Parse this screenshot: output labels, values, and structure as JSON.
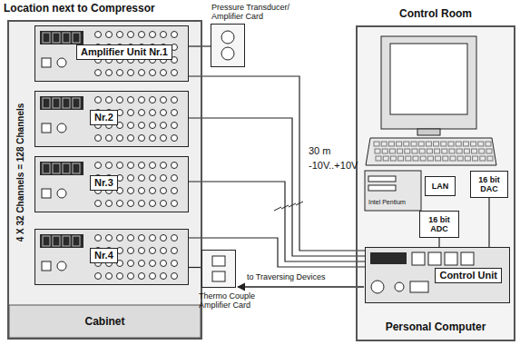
{
  "diagram": {
    "nodes": [
      {
        "text": [
          "Cabinet"
        ]
      },
      {
        "text": [
          "Amplifier Unit Nr.1"
        ],
        "in": 0
      },
      {
        "text": [
          "Nr.2"
        ],
        "in": 0
      },
      {
        "text": [
          "Nr.3"
        ],
        "in": 0
      },
      {
        "text": [
          "Nr.4"
        ],
        "in": 0
      },
      {
        "text": [
          "Pressure Transducer/ Amplifier Card"
        ]
      },
      {
        "text": [
          "Thermo Couple Amplifier Card"
        ]
      },
      {
        "text": [
          "Personal Computer"
        ]
      },
      {
        "text": [
          "LAN"
        ],
        "in": 7
      },
      {
        "text": [
          "16 bit DAC"
        ],
        "in": 7
      },
      {
        "text": [
          "16 bit ADC"
        ],
        "in": 7
      },
      {
        "text": [
          "Control Unit"
        ],
        "in": 7
      }
    ],
    "edges": [
      {
        "from": 1,
        "to": 5,
        "arrow": "none"
      },
      {
        "from": 4,
        "to": 6,
        "arrow": "none"
      },
      {
        "from": 1,
        "to": 11,
        "arrow": "none"
      },
      {
        "from": 2,
        "to": 11,
        "arrow": "none"
      },
      {
        "from": 3,
        "to": 11,
        "arrow": "none"
      },
      {
        "from": 4,
        "to": 11,
        "arrow": "none"
      },
      {
        "from": 10,
        "to": 11,
        "arrow": "none"
      },
      {
        "from": 9,
        "to": 11,
        "arrow": "none"
      }
    ],
    "labels": [
      "Location next to Compressor",
      "Control Room",
      "4 X 32 Channels = 128 Channels",
      "30 m",
      "-10V..+10V",
      "to Traversing Devices",
      "Intel Pentium"
    ]
  }
}
